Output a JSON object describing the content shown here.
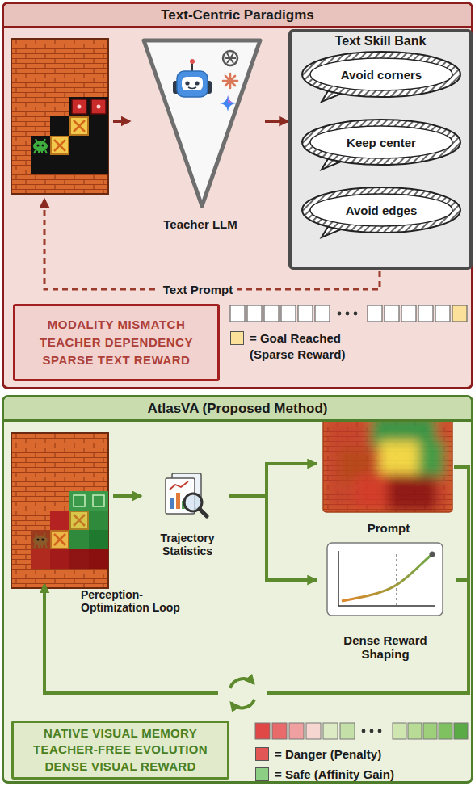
{
  "diagram": {
    "nodes": [
      {
        "text": [
          "Text-Centric Paradigms"
        ]
      },
      {
        "text": [
          "Teacher LLM"
        ],
        "in": 0
      },
      {
        "text": [
          "Text Skill Bank"
        ],
        "in": 0
      },
      {
        "text": [
          "Avoid corners"
        ],
        "in": 2
      },
      {
        "text": [
          "Keep center"
        ],
        "in": 2
      },
      {
        "text": [
          "Avoid edges"
        ],
        "in": 2
      },
      {
        "text": [
          "MODALITY MISMATCH",
          "TEACHER DEPENDENCY",
          "SPARSE TEXT REWARD"
        ],
        "in": 0
      },
      {
        "text": [
          "AtlasVA (Proposed Method)"
        ]
      },
      {
        "text": [
          "Trajectory Statistics"
        ],
        "in": 7
      },
      {
        "text": [
          "Prompt"
        ],
        "in": 7
      },
      {
        "text": [
          "Dense Reward Shaping"
        ],
        "in": 7
      },
      {
        "text": [
          "NATIVE VISUAL MEMORY",
          "TEACHER-FREE EVOLUTION",
          "DENSE VISUAL REWARD"
        ],
        "in": 7
      }
    ],
    "edges": [
      {
        "from": 1,
        "to": 2,
        "arrow": "to"
      },
      {
        "from": 8,
        "to": 9,
        "arrow": "to"
      },
      {
        "from": 8,
        "to": 10,
        "arrow": "to"
      }
    ],
    "labels": [
      "Text Prompt",
      "Perception-Optimization Loop"
    ],
    "legend": [
      {
        "text": "= Goal Reached (Sparse Reward)",
        "color": "#fbe19a"
      },
      {
        "text": "= Danger (Penalty)",
        "color": "#e25656"
      },
      {
        "text": "= Safe (Affinity Gain)",
        "color": "#8ccf84"
      }
    ]
  }
}
